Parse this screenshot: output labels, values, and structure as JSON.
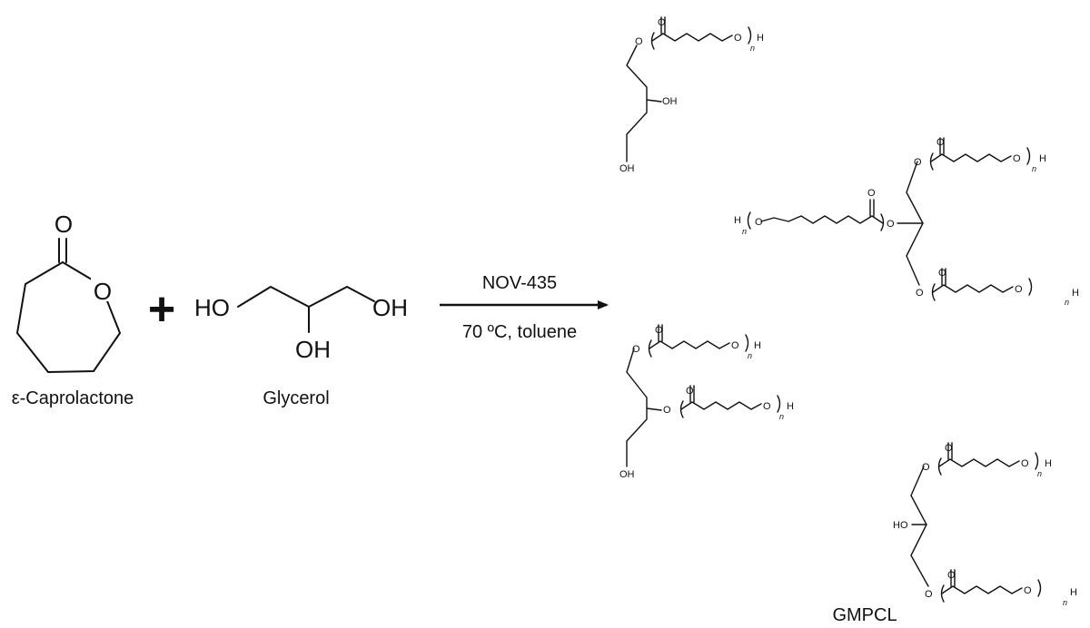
{
  "reactants": {
    "caprolactone": {
      "name": "ε-Caprolactone",
      "carbonyl_o": "O",
      "ring_o": "O"
    },
    "plus": "+",
    "glycerol": {
      "name": "Glycerol",
      "ho_left": "HO",
      "oh_right": "OH",
      "oh_bottom": "OH"
    }
  },
  "reaction": {
    "catalyst": "NOV-435",
    "conditions": "70 ºC, toluene"
  },
  "products": {
    "label": "GMPCL",
    "atoms": {
      "o": "O",
      "oh": "OH",
      "ho": "HO",
      "h": "H",
      "n": "n"
    }
  }
}
